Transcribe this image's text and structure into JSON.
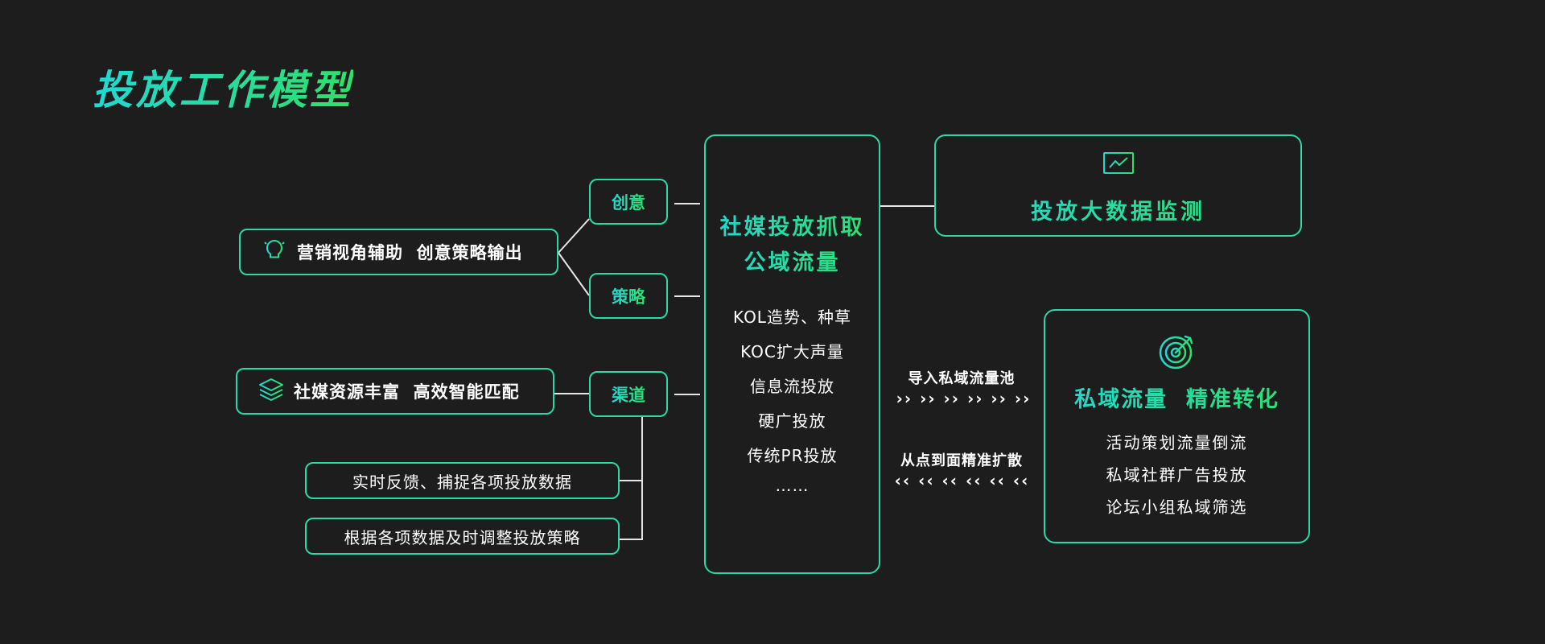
{
  "title": "投放工作模型",
  "left": {
    "item1": "营销视角辅助  创意策略输出",
    "item2": "社媒资源丰富  高效智能匹配",
    "item3": "实时反馈、捕捉各项投放数据",
    "item4": "根据各项数据及时调整投放策略"
  },
  "tags": {
    "creative": "创意",
    "strategy": "策略",
    "channel": "渠道"
  },
  "center": {
    "title_line1": "社媒投放抓取",
    "title_line2": "公域流量",
    "items": [
      "KOL造势、种草",
      "KOC扩大声量",
      "信息流投放",
      "硬广投放",
      "传统PR投放",
      "……"
    ]
  },
  "monitor": {
    "title": "投放大数据监测"
  },
  "arrows": {
    "top_label": "导入私域流量池",
    "top_arrows": "›› ›› ›› ›› ›› ››",
    "bottom_label": "从点到面精准扩散",
    "bottom_arrows": "‹‹ ‹‹ ‹‹ ‹‹ ‹‹ ‹‹"
  },
  "private": {
    "title": "私域流量  精准转化",
    "items": [
      "活动策划流量倒流",
      "私域社群广告投放",
      "论坛小组私域筛选"
    ]
  },
  "colors": {
    "accent_cyan": "#22d8d4",
    "accent_green": "#2ee06a",
    "background": "#1d1d1d"
  }
}
